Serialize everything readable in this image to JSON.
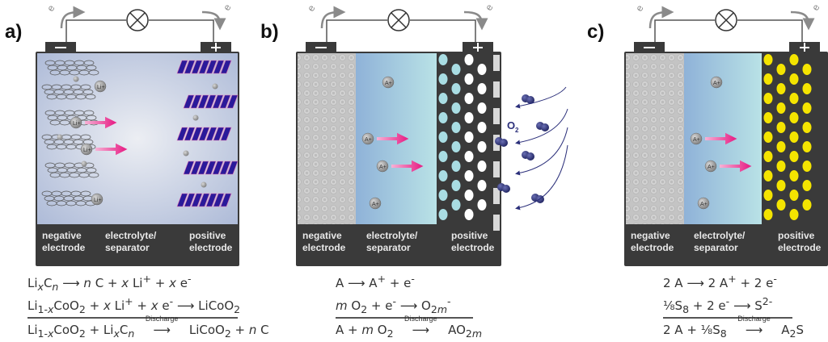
{
  "panels": [
    {
      "id": "a",
      "label": "a)",
      "electron_left": "e",
      "electron_right": "e",
      "electron_sup": "-",
      "terminal_neg": "−",
      "terminal_pos": "+",
      "ion": "Li",
      "ion_sup": "+",
      "bottom_labels": {
        "negative": [
          "negative",
          "electrode"
        ],
        "electrolyte": [
          "electrolyte/",
          "separator"
        ],
        "positive": [
          "positive",
          "electrode"
        ]
      },
      "negative_material": "graphite-layers",
      "positive_material": "LiCoO2-layers",
      "equations": {
        "line1": "Li<sub><i>x</i></sub>C<sub><i>n</i></sub> ⟶ <i>n</i> C + <i>x</i> Li<sup>+</sup> + <i>x</i> e<sup>-</sup>",
        "line2": "Li<sub>1-<i>x</i></sub>CoO<sub>2</sub> + <i>x</i> Li<sup>+</sup> + <i>x</i> e<sup>-</sup> ⟶ LiCoO<sub>2</sub>",
        "line3_left": "Li<sub>1-<i>x</i></sub>CoO<sub>2</sub> + Li<sub><i>x</i></sub>C<sub><i>n</i></sub>",
        "arrow_label": "Discharge",
        "line3_right": "LiCoO<sub>2</sub> + <i>n</i> C"
      }
    },
    {
      "id": "b",
      "label": "b)",
      "electron_left": "e",
      "electron_right": "e",
      "electron_sup": "-",
      "terminal_neg": "−",
      "terminal_pos": "+",
      "ion": "A",
      "ion_sup": "+",
      "gas_label": "O",
      "gas_sub": "2",
      "bottom_labels": {
        "negative": [
          "negative",
          "electrode"
        ],
        "electrolyte": [
          "electrolyte/",
          "separator"
        ],
        "positive": [
          "positive",
          "electrode"
        ]
      },
      "positive_fill_color": "#a9dde3",
      "equations": {
        "line1": "A ⟶ A<sup>+</sup> + e<sup>-</sup>",
        "line2": "<i>m</i> O<sub>2</sub> + e<sup>-</sup> ⟶ O<sub>2<i>m</i></sub><sup>-</sup>",
        "line3_left": "A + <i>m</i> O<sub>2</sub>",
        "arrow_label": "Discharge",
        "line3_right": "AO<sub>2<i>m</i></sub>"
      }
    },
    {
      "id": "c",
      "label": "c)",
      "electron_left": "e",
      "electron_right": "e",
      "electron_sup": "-",
      "terminal_neg": "−",
      "terminal_pos": "+",
      "ion": "A",
      "ion_sup": "+",
      "bottom_labels": {
        "negative": [
          "negative",
          "electrode"
        ],
        "electrolyte": [
          "electrolyte/",
          "separator"
        ],
        "positive": [
          "positive",
          "electrode"
        ]
      },
      "positive_fill_color": "#f4e400",
      "equations": {
        "line1": "2 A ⟶ 2 A<sup>+</sup> + 2 e<sup>-</sup>",
        "line2": "⅛S<sub>8</sub> + 2 e<sup>-</sup> ⟶ S<sup>2-</sup>",
        "line3_left": "2 A + ⅛S<sub>8</sub>",
        "arrow_label": "Discharge",
        "line3_right": "A<sub>2</sub>S"
      }
    }
  ],
  "colors": {
    "cell_dark": "#3a3a3a",
    "arrow_pink": "#e8288a",
    "wire": "#555555",
    "electron_arrow": "#8a8a8a",
    "o2_blue": "#2b2f7a"
  }
}
